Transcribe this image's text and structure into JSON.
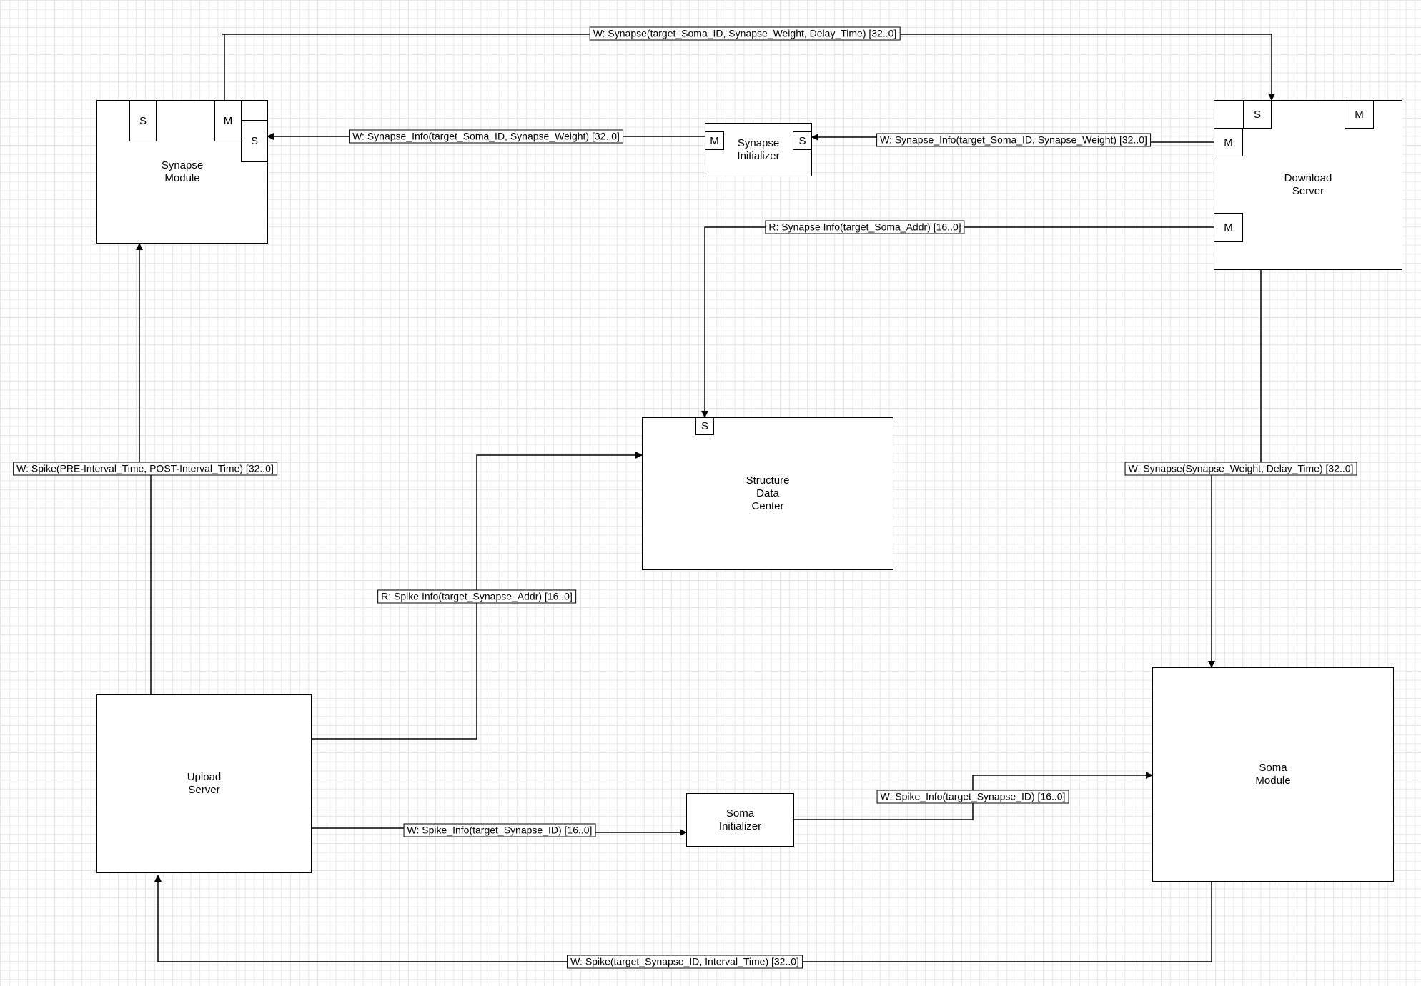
{
  "nodes": {
    "synapse_module": {
      "label": "Synapse\nModule",
      "ports": {
        "s_top": "S",
        "m_top": "M",
        "s_right": "S"
      }
    },
    "synapse_initializer": {
      "label": "Synapse\nInitializer",
      "ports": {
        "m": "M",
        "s": "S"
      }
    },
    "download_server": {
      "label": "Download\nServer",
      "ports": {
        "s_top": "S",
        "m_top": "M",
        "m_left_upper": "M",
        "m_left_lower": "M"
      }
    },
    "structure_data_center": {
      "label": "Structure\nData\nCenter",
      "ports": {
        "s_top": "S"
      }
    },
    "upload_server": {
      "label": "Upload\nServer"
    },
    "soma_initializer": {
      "label": "Soma\nInitializer"
    },
    "soma_module": {
      "label": "Soma\nModule"
    }
  },
  "edges": [
    {
      "id": "synapse-to-download",
      "label": "W: Synapse(target_Soma_ID, Synapse_Weight, Delay_Time) [32..0]"
    },
    {
      "id": "init-to-synapse-module",
      "label": "W: Synapse_Info(target_Soma_ID, Synapse_Weight) [32..0]"
    },
    {
      "id": "download-to-init",
      "label": "W: Synapse_Info(target_Soma_ID, Synapse_Weight) [32..0]"
    },
    {
      "id": "download-to-structure",
      "label": "R: Synapse Info(target_Soma_Addr) [16..0]"
    },
    {
      "id": "upload-to-synapse-module",
      "label": "W: Spike(PRE-Interval_Time, POST-Interval_Time) [32..0]"
    },
    {
      "id": "download-to-soma-module",
      "label": "W: Synapse(Synapse_Weight, Delay_Time) [32..0]"
    },
    {
      "id": "upload-to-structure",
      "label": "R: Spike Info(target_Synapse_Addr) [16..0]"
    },
    {
      "id": "upload-to-soma-init",
      "label": "W: Spike_Info(target_Synapse_ID) [16..0]"
    },
    {
      "id": "soma-init-to-soma-module",
      "label": "W: Spike_Info(target_Synapse_ID) [16..0]"
    },
    {
      "id": "soma-module-to-upload",
      "label": "W: Spike(target_Synapse_ID, Interval_Time) [32..0]"
    }
  ],
  "colors": {
    "stroke": "#000000",
    "background": "#ffffff",
    "grid": "#e6e6e6"
  }
}
